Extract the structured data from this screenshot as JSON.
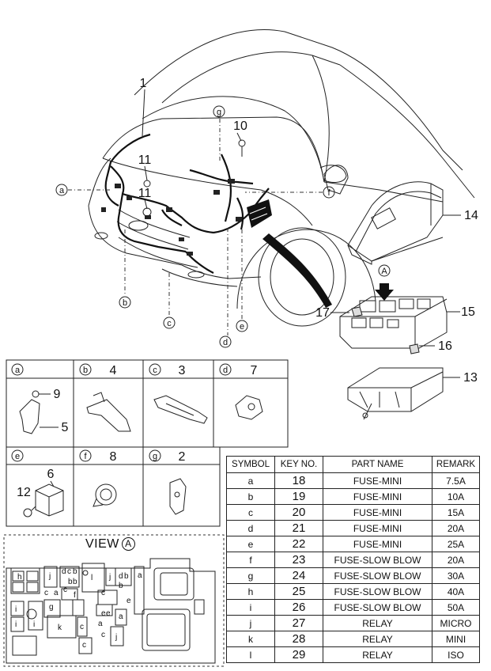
{
  "main_diagram": {
    "callouts": {
      "c1": "1",
      "c10": "10",
      "c11a": "11",
      "c11b": "11",
      "c14": "14",
      "c15": "15",
      "c16": "16",
      "c17": "17",
      "c13": "13",
      "cA": "A",
      "ca": "a",
      "cb": "b",
      "cc": "c",
      "cd": "d",
      "ce": "e",
      "cf": "f",
      "cg": "g"
    }
  },
  "detail_grid": {
    "cells": [
      {
        "symbol": "a",
        "number": "",
        "parts": [
          "9",
          "5"
        ]
      },
      {
        "symbol": "b",
        "number": "4",
        "parts": []
      },
      {
        "symbol": "c",
        "number": "3",
        "parts": []
      },
      {
        "symbol": "d",
        "number": "7",
        "parts": []
      },
      {
        "symbol": "e",
        "number": "",
        "parts": [
          "6",
          "12"
        ]
      },
      {
        "symbol": "f",
        "number": "8",
        "parts": []
      },
      {
        "symbol": "g",
        "number": "2",
        "parts": []
      }
    ]
  },
  "view_a": {
    "title": "VIEW",
    "circle": "A",
    "labels": [
      "h",
      "j",
      "d",
      "c",
      "b",
      "b",
      "l",
      "j",
      "d",
      "b",
      "c",
      "a",
      "f",
      "c",
      "b",
      "b",
      "c",
      "a",
      "g",
      "e",
      "i",
      "i",
      "i",
      "k",
      "c",
      "e",
      "j",
      "a",
      "e",
      "c",
      "a",
      "c"
    ]
  },
  "parts_table": {
    "headers": [
      "SYMBOL",
      "KEY NO.",
      "PART NAME",
      "REMARK"
    ],
    "rows": [
      {
        "symbol": "a",
        "key": "18",
        "name": "FUSE-MINI",
        "remark": "7.5A"
      },
      {
        "symbol": "b",
        "key": "19",
        "name": "FUSE-MINI",
        "remark": "10A"
      },
      {
        "symbol": "c",
        "key": "20",
        "name": "FUSE-MINI",
        "remark": "15A"
      },
      {
        "symbol": "d",
        "key": "21",
        "name": "FUSE-MINI",
        "remark": "20A"
      },
      {
        "symbol": "e",
        "key": "22",
        "name": "FUSE-MINI",
        "remark": "25A"
      },
      {
        "symbol": "f",
        "key": "23",
        "name": "FUSE-SLOW BLOW",
        "remark": "20A"
      },
      {
        "symbol": "g",
        "key": "24",
        "name": "FUSE-SLOW BLOW",
        "remark": "30A"
      },
      {
        "symbol": "h",
        "key": "25",
        "name": "FUSE-SLOW BLOW",
        "remark": "40A"
      },
      {
        "symbol": "i",
        "key": "26",
        "name": "FUSE-SLOW BLOW",
        "remark": "50A"
      },
      {
        "symbol": "j",
        "key": "27",
        "name": "RELAY",
        "remark": "MICRO"
      },
      {
        "symbol": "k",
        "key": "28",
        "name": "RELAY",
        "remark": "MINI"
      },
      {
        "symbol": "l",
        "key": "29",
        "name": "RELAY",
        "remark": "ISO"
      }
    ]
  }
}
